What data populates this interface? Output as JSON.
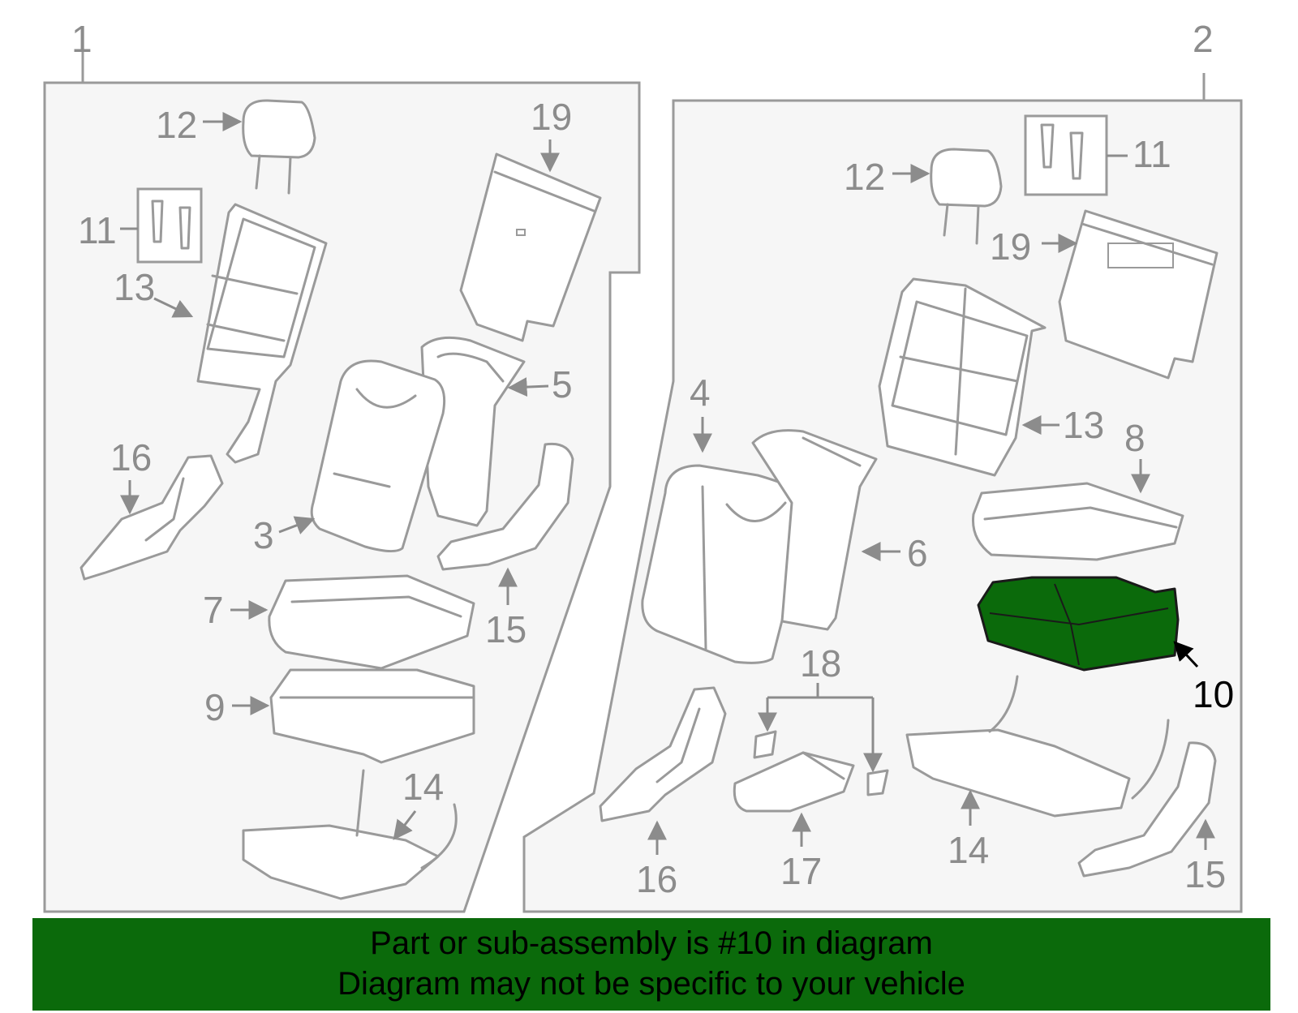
{
  "panels": {
    "left": {
      "number": "1"
    },
    "right": {
      "number": "2"
    }
  },
  "callouts": {
    "left": [
      "12",
      "11",
      "13",
      "19",
      "5",
      "16",
      "3",
      "7",
      "15",
      "9",
      "14"
    ],
    "right": [
      "12",
      "11",
      "19",
      "13",
      "8",
      "4",
      "6",
      "18",
      "10",
      "16",
      "17",
      "14",
      "15"
    ]
  },
  "highlighted_part": "10",
  "colors": {
    "banner": "#0b6a0b",
    "highlight": "#0b6a0b",
    "line": "#9a9a9a",
    "panel_fill": "#f6f6f6"
  },
  "banner": {
    "line1": "Part or sub-assembly is #10 in diagram",
    "line2": "Diagram may not be specific to your vehicle"
  }
}
